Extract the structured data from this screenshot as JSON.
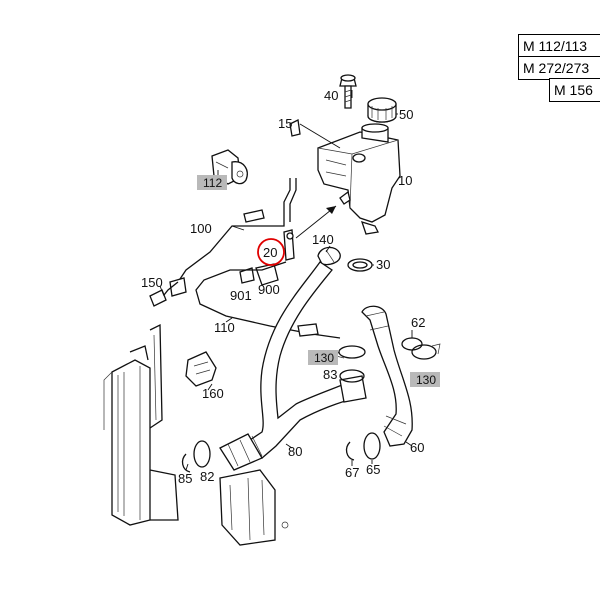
{
  "engine_codes": [
    "M 112/113",
    "M 272/273",
    "M 156"
  ],
  "highlight_color": "#b9b9b9",
  "callout_ring_color": "#e00000",
  "labels": {
    "p40": "40",
    "p50": "50",
    "p15": "15",
    "p10": "10",
    "p112": "112",
    "p100": "100",
    "p20": "20",
    "p140": "140",
    "p30": "30",
    "p901": "901",
    "p900": "900",
    "p150": "150",
    "p110": "110",
    "p62": "62",
    "p130a": "130",
    "p130b": "130",
    "p83": "83",
    "p160": "160",
    "p80": "80",
    "p60": "60",
    "p85": "85",
    "p82": "82",
    "p67": "67",
    "p65": "65"
  }
}
